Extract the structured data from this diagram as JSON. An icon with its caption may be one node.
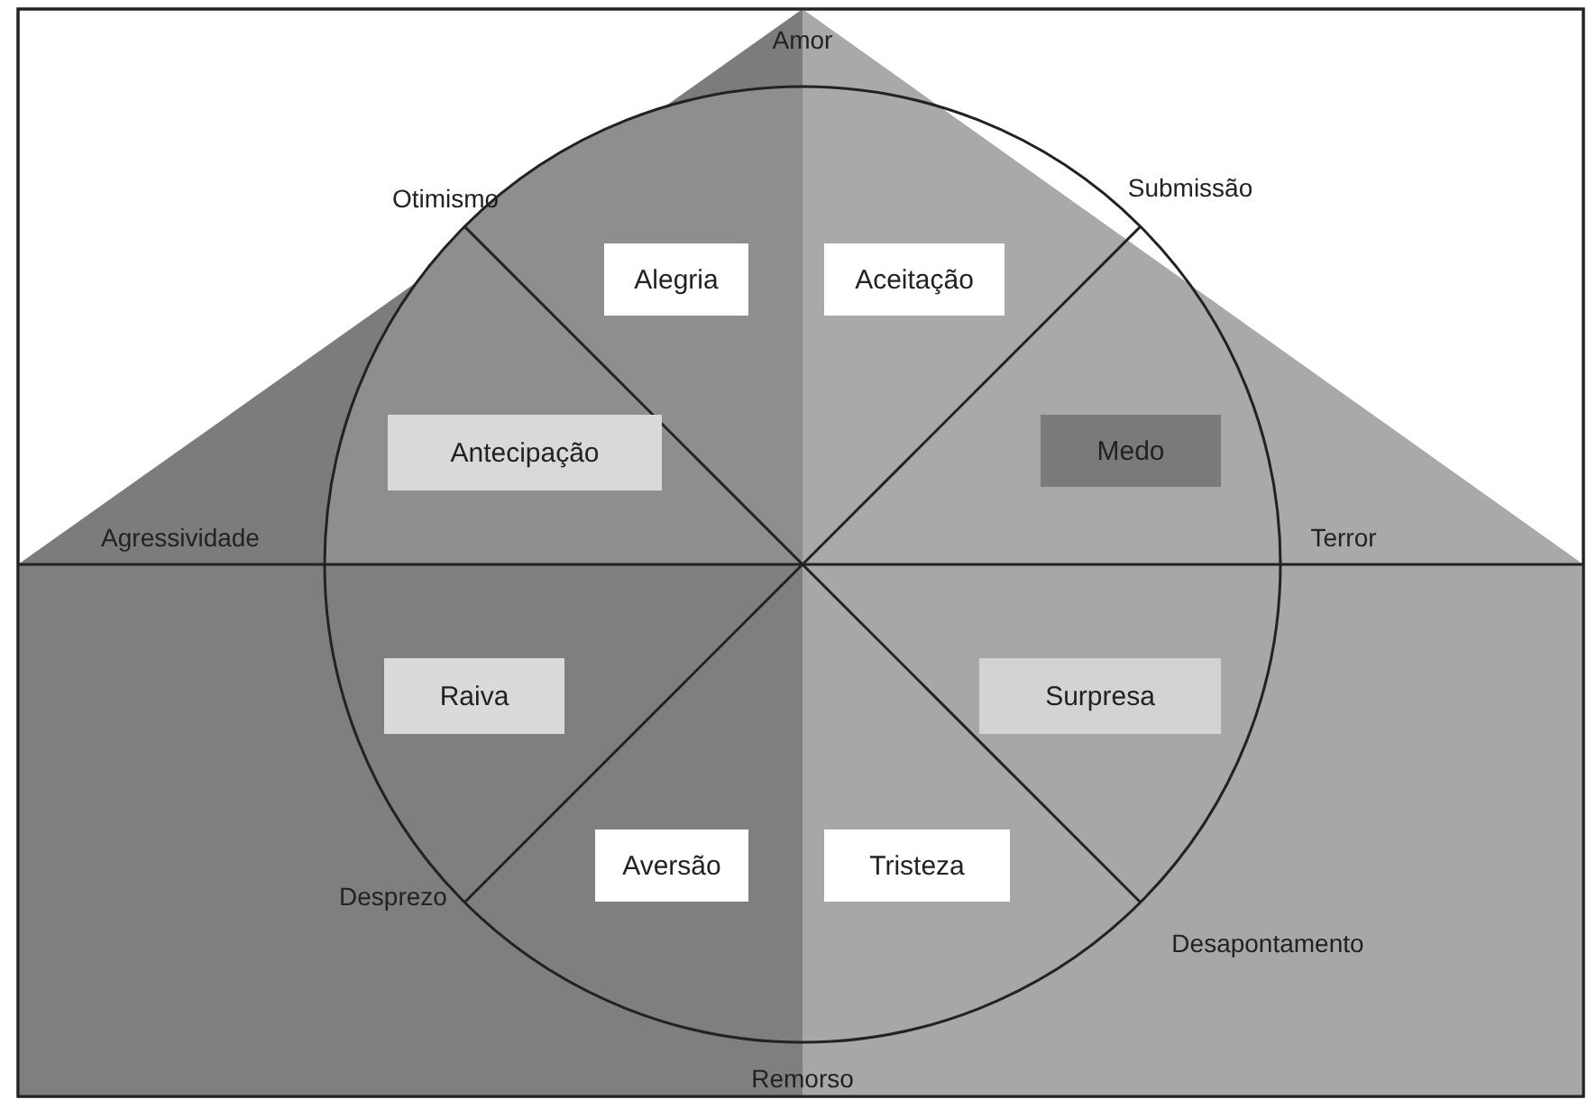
{
  "diagram": {
    "nodes": [
      {
        "text": [
          "Alegria"
        ]
      },
      {
        "text": [
          "Aceitação"
        ]
      },
      {
        "text": [
          "Antecipação"
        ]
      },
      {
        "text": [
          "Medo"
        ]
      },
      {
        "text": [
          "Raiva"
        ]
      },
      {
        "text": [
          "Surpresa"
        ]
      },
      {
        "text": [
          "Aversão"
        ]
      },
      {
        "text": [
          "Tristeza"
        ]
      }
    ],
    "labels": [
      "Amor",
      "Otimismo",
      "Submissão",
      "Agressividade",
      "Terror",
      "Desprezo",
      "Desapontamento",
      "Remorso"
    ]
  }
}
